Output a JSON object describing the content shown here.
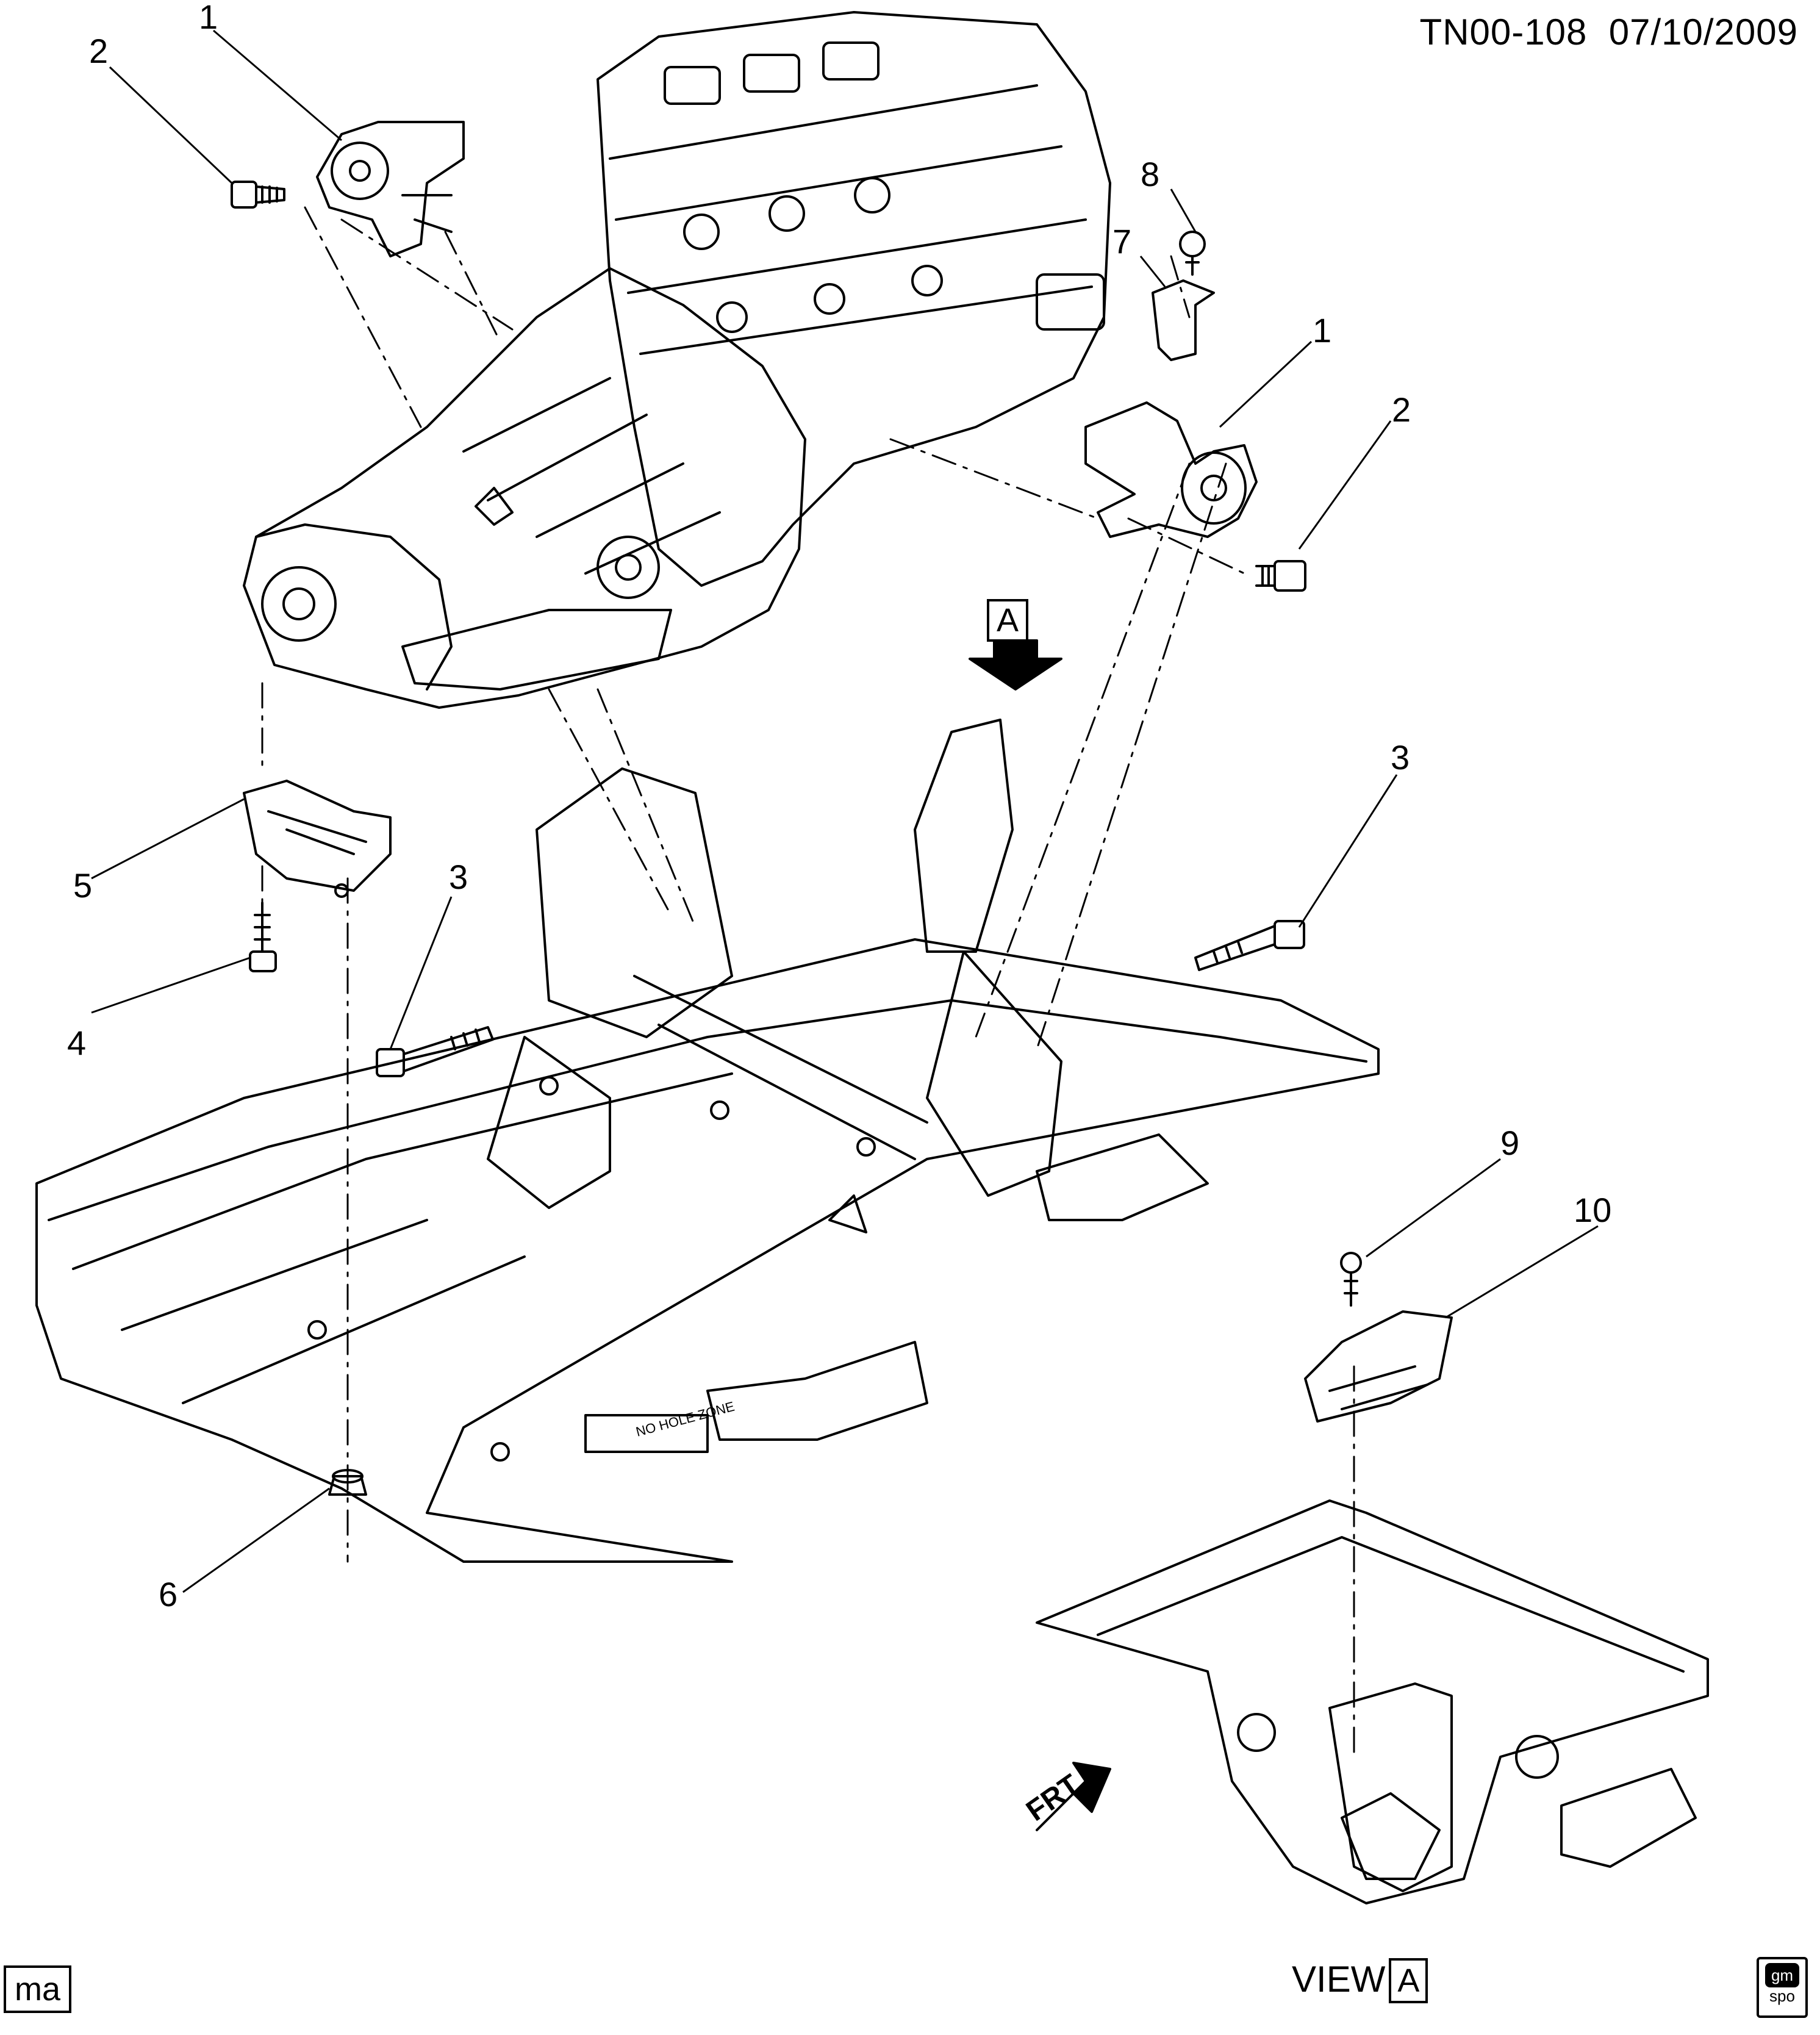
{
  "header": {
    "diagram_id": "TN00-108",
    "date": "07/10/2009"
  },
  "callouts": {
    "c1_top": "1",
    "c2_top": "2",
    "c8": "8",
    "c7": "7",
    "c1_right": "1",
    "c2_right": "2",
    "c5": "5",
    "c4": "4",
    "c3_left": "3",
    "c3_right": "3",
    "c6": "6",
    "c9": "9",
    "c10": "10"
  },
  "view_marker": "A",
  "frt_label": "FRT",
  "footer": {
    "left_tag": "ma",
    "view_text": "VIEW",
    "view_letter": "A"
  },
  "logo": {
    "line1": "gm",
    "line2": "spo"
  },
  "frame_stamp": "NO HOLE ZONE"
}
